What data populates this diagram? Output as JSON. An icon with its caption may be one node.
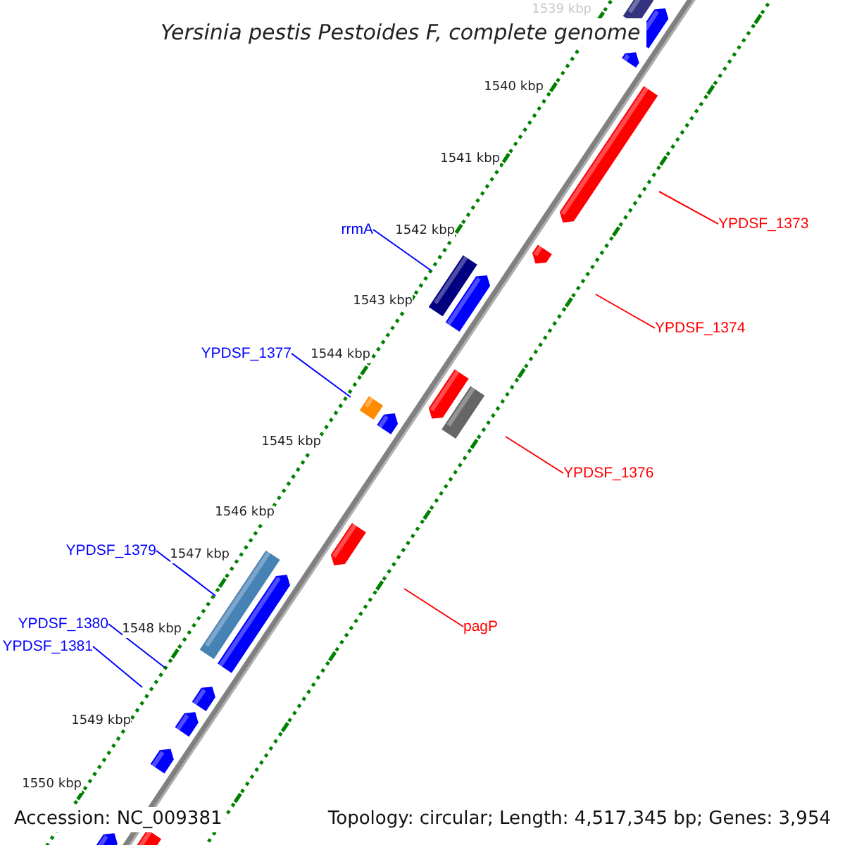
{
  "diagram": {
    "title": "Yersinia pestis Pestoides F, complete genome",
    "nodes": [
      {
        "text": [
          "YPDSF_1373"
        ]
      },
      {
        "text": [
          "rrmA"
        ]
      },
      {
        "text": [
          "YPDSF_1374"
        ]
      },
      {
        "text": [
          "YPDSF_1377"
        ]
      },
      {
        "text": [
          "YPDSF_1376"
        ]
      },
      {
        "text": [
          "YPDSF_1379"
        ]
      },
      {
        "text": [
          "YPDSF_1380"
        ]
      },
      {
        "text": [
          "pagP"
        ]
      },
      {
        "text": [
          "YPDSF_1381"
        ]
      }
    ],
    "edges": [
      {
        "from": 0,
        "to": null,
        "arrow": "none",
        "color": "#ff0000"
      },
      {
        "from": 1,
        "to": null,
        "arrow": "none"
      },
      {
        "from": 2,
        "to": null,
        "arrow": "none",
        "color": "#ff0000"
      },
      {
        "from": 3,
        "to": null,
        "arrow": "none"
      },
      {
        "from": 4,
        "to": null,
        "arrow": "none",
        "color": "#ff0000"
      },
      {
        "from": 5,
        "to": null,
        "arrow": "none"
      },
      {
        "from": 6,
        "to": null,
        "arrow": "none"
      },
      {
        "from": 7,
        "to": null,
        "arrow": "none",
        "color": "#ff0000"
      },
      {
        "from": 8,
        "to": null,
        "arrow": "none"
      }
    ],
    "labels": [
      "1539 kbp",
      "1540 kbp",
      "1541 kbp",
      "1542 kbp",
      "1543 kbp",
      "1544 kbp",
      "1545 kbp",
      "1546 kbp",
      "1547 kbp",
      "1548 kbp",
      "1549 kbp",
      "1550 kbp",
      "Accession: NC_009381",
      "Topology: circular; Length: 4,517,345 bp; Genes: 3,954"
    ]
  }
}
